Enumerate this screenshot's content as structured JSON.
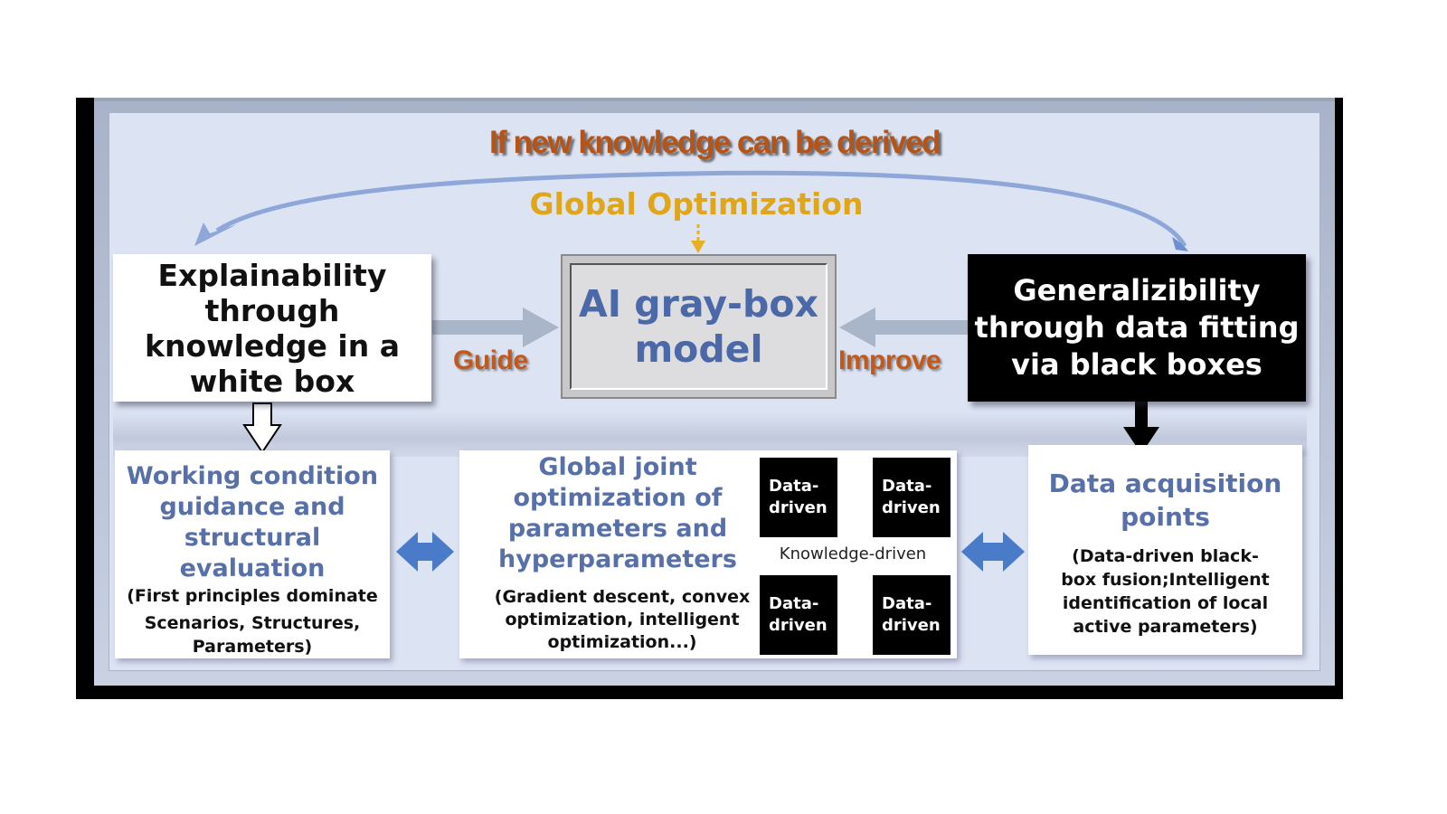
{
  "diagram": {
    "top_feedback_label": "If new knowledge can be derived",
    "global_optimization_label": "Global Optimization",
    "white_box": {
      "line1": "Explainability",
      "line2": "through",
      "line3": "knowledge in a",
      "line4": "white box"
    },
    "gray_box": {
      "line1": "AI gray-box",
      "line2": "model"
    },
    "black_box": {
      "line1": "Generalizibility",
      "line2": "through data fitting",
      "line3": "via black boxes"
    },
    "guide_label": "Guide",
    "improve_label": "Improve",
    "working_condition": {
      "title_lines": [
        "Working condition",
        "guidance and",
        "structural",
        "evaluation"
      ],
      "sub_lines": [
        "(First principles dominate",
        "Scenarios, Structures,",
        "Parameters)"
      ]
    },
    "global_joint": {
      "title_lines": [
        "Global joint",
        "optimization of",
        "parameters and",
        "hyperparameters"
      ],
      "sub_lines": [
        "(Gradient descent, convex",
        "optimization, intelligent",
        "optimization...)"
      ],
      "grid": {
        "cells": [
          {
            "line1": "Data-",
            "line2": "driven"
          },
          {
            "line1": "Data-",
            "line2": "driven"
          },
          {
            "line1": "Data-",
            "line2": "driven"
          },
          {
            "line1": "Data-",
            "line2": "driven"
          }
        ],
        "center_label": "Knowledge-driven"
      }
    },
    "data_acquisition": {
      "title_lines": [
        "Data acquisition",
        "points"
      ],
      "sub_lines": [
        "(Data-driven black-",
        "box fusion;Intelligent",
        "identification of local",
        "active parameters)"
      ]
    },
    "colors": {
      "panel_bg": "#dce3f3",
      "orange_text": "#b65417",
      "gold_text": "#e0a618",
      "blue_text": "#5870a8",
      "gray_arrow": "#a9b6c9",
      "blue_arrow": "#4a7bc8",
      "feedback_arc": "#8ea6d8"
    }
  }
}
